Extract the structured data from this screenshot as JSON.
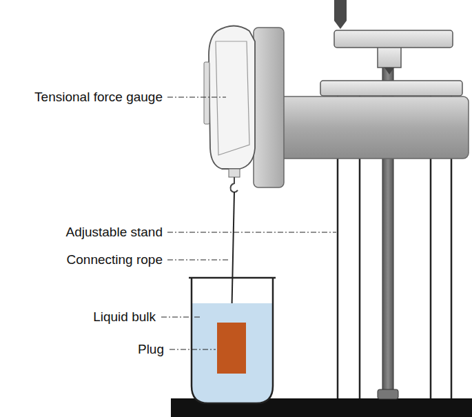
{
  "diagram": {
    "labels": [
      "Tensional force gauge",
      "Adjustable stand",
      "Connecting rope",
      "Liquid bulk",
      "Plug"
    ]
  }
}
